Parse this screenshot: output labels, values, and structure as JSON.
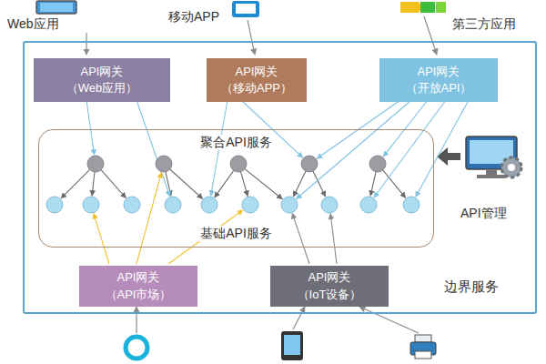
{
  "diagram": {
    "nodes": [
      {
        "text": [
          "边界服务"
        ]
      },
      {
        "text": [
          "API网关 （Web应用）"
        ],
        "in": 0
      },
      {
        "text": [
          "API网关 （移动APP）"
        ],
        "in": 0
      },
      {
        "text": [
          "API网关 （开放API）"
        ],
        "in": 0
      },
      {
        "text": [
          "聚合API服务",
          "基础API服务"
        ],
        "in": 0
      },
      {
        "text": [
          "API网关 （API市场）"
        ],
        "in": 0
      },
      {
        "text": [
          "API网关 （IoT设备）"
        ],
        "in": 0
      }
    ],
    "labels": [
      "Web应用",
      "移动APP",
      "第三方应用",
      "API管理"
    ]
  }
}
